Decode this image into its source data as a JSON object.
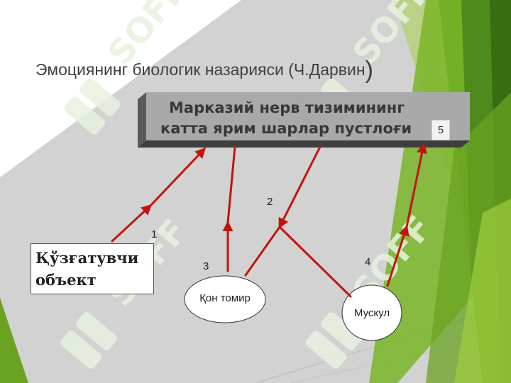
{
  "title": {
    "text": "Эмоциянинг биологик  назарияси (Ч.Дарвин",
    "close_paren": ")"
  },
  "banner": {
    "line1": "Марказий нерв тизимининг",
    "line2": "катта ярим шарлар пустлоғи",
    "badge": "5"
  },
  "stimulus": {
    "line1": "Қўзғатувчи",
    "line2": "объект"
  },
  "nodes": {
    "vessel": "Қон томир",
    "muscle": "Мускул"
  },
  "numbers": {
    "n1": "1",
    "n2": "2",
    "n3": "3",
    "n4": "4"
  },
  "watermark": "SOFF",
  "colors": {
    "background": "#d2d2d2",
    "arrow": "#c0150f",
    "green_dark": "#4f8a1c",
    "green_mid": "#7ab628",
    "green_light": "#a6d04a",
    "banner_face": "#a9a9a9",
    "banner_shadow": "#4a4a4a"
  }
}
